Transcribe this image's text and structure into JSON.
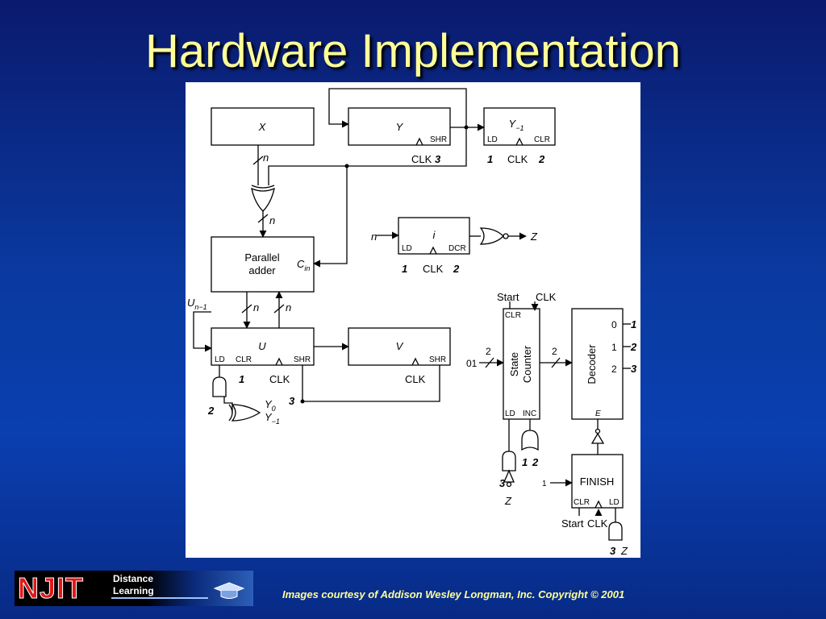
{
  "slide": {
    "title": "Hardware Implementation",
    "credit": "Images courtesy of Addison Wesley Longman, Inc. Copyright © 2001",
    "logo": {
      "brand": "NJIT",
      "line1": "Distance",
      "line2": "Learning"
    }
  },
  "diagram": {
    "reg_x": "X",
    "reg_y": "Y",
    "reg_y1": "Y",
    "reg_y1_sub": "−1",
    "reg_u": "U",
    "reg_v": "V",
    "reg_i": "i",
    "adder_l1": "Parallel",
    "adder_l2": "adder",
    "cin": "C",
    "cin_sub": "in",
    "state_counter_l1": "State",
    "state_counter_l2": "Counter",
    "decoder": "Decoder",
    "finish": "FINISH",
    "clk": "CLK",
    "shr": "SHR",
    "ld": "LD",
    "clr": "CLR",
    "dcr": "DCR",
    "inc": "INC",
    "start": "Start",
    "n": "n",
    "two": "2",
    "one": "1",
    "three": "3",
    "zero": "0",
    "code_01": "01",
    "z": "Z",
    "e": "E",
    "un1": "U",
    "un1_sub": "n−1",
    "y0": "Y",
    "y0_sub": "0",
    "ym1": "Y",
    "ym1_sub": "−1"
  }
}
